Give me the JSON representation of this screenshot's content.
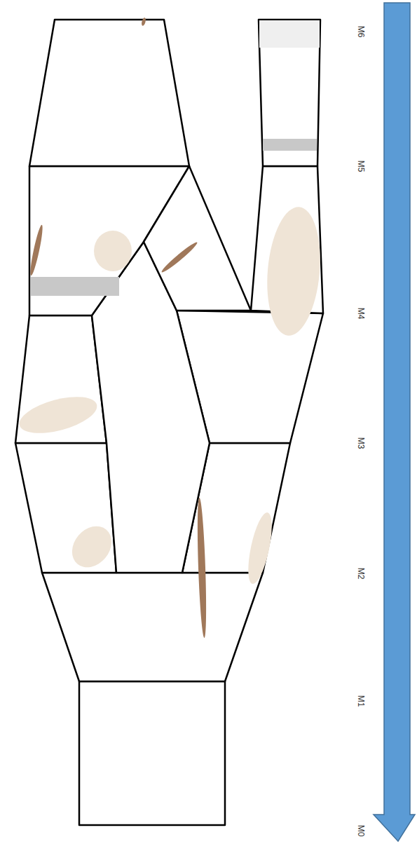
{
  "diagram": {
    "labels": [
      "M0",
      "M1",
      "M2",
      "M3",
      "M4",
      "M5",
      "M6"
    ]
  }
}
